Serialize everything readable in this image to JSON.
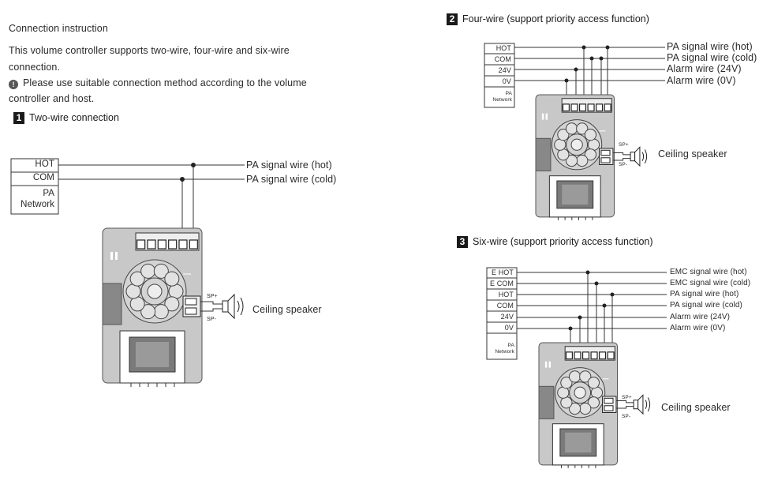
{
  "left": {
    "title": "Connection instruction",
    "intro_line1": "This volume controller supports two-wire, four-wire and six-wire",
    "intro_line2": "connection.",
    "note_line1": "Please use suitable connection method according to the volume",
    "note_line2": "controller and host.",
    "section1": {
      "number": "1",
      "title": "Two-wire connection"
    }
  },
  "diagram1": {
    "terminals": [
      "HOT",
      "COM"
    ],
    "network_label_1": "PA",
    "network_label_2": "Network",
    "wire_labels": [
      "PA signal wire (hot)",
      "PA signal wire (cold)"
    ],
    "sp_plus": "SP+",
    "sp_minus": "SP-",
    "speaker_label": "Ceiling speaker"
  },
  "section2": {
    "number": "2",
    "title": "Four-wire (support priority access function)"
  },
  "diagram2": {
    "terminals": [
      "HOT",
      "COM",
      "24V",
      "0V"
    ],
    "network_label_1": "PA",
    "network_label_2": "Network",
    "wire_labels": [
      "PA signal wire (hot)",
      "PA signal wire (cold)",
      "Alarm wire (24V)",
      "Alarm wire (0V)"
    ],
    "sp_plus": "SP+",
    "sp_minus": "SP-",
    "speaker_label": "Ceiling speaker"
  },
  "section3": {
    "number": "3",
    "title": "Six-wire (support priority access function)"
  },
  "diagram3": {
    "terminals": [
      "E HOT",
      "E COM",
      "HOT",
      "COM",
      "24V",
      "0V"
    ],
    "network_label_1": "PA",
    "network_label_2": "Network",
    "wire_labels": [
      "EMC signal wire (hot)",
      "EMC signal wire (cold)",
      "PA signal wire (hot)",
      "PA signal wire (cold)",
      "Alarm wire (24V)",
      "Alarm wire (0V)"
    ],
    "sp_plus": "SP+",
    "sp_minus": "SP-",
    "speaker_label": "Ceiling speaker"
  },
  "colors": {
    "device_body": "#c8c8c8",
    "device_dark": "#888888",
    "line": "#333333"
  },
  "icons": {
    "note": "info-icon",
    "speaker": "speaker-icon"
  }
}
